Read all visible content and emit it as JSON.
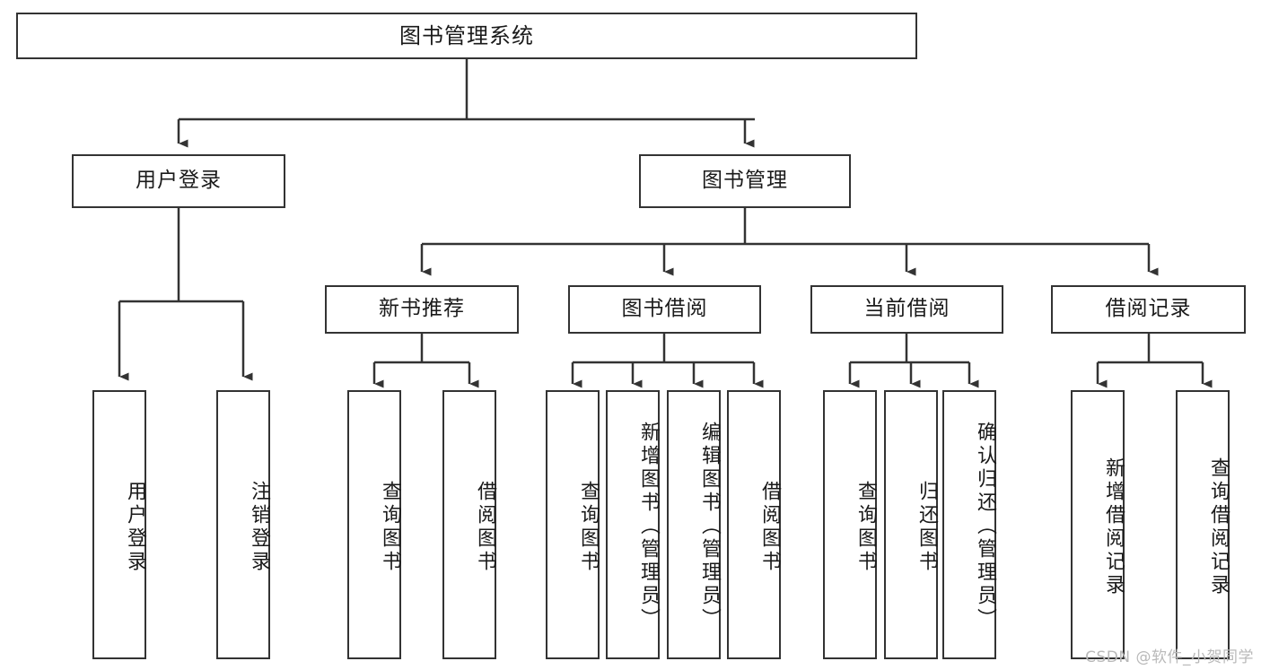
{
  "diagram": {
    "title": "图书管理系统",
    "watermark": "CSDN @软件_小贺同学",
    "root": {
      "label": "图书管理系统"
    },
    "level2": [
      {
        "label": "用户登录"
      },
      {
        "label": "图书管理"
      }
    ],
    "level3": [
      {
        "label": "新书推荐"
      },
      {
        "label": "图书借阅"
      },
      {
        "label": "当前借阅"
      },
      {
        "label": "借阅记录"
      }
    ],
    "leaves": {
      "user_login": [
        {
          "label": "用户登录"
        },
        {
          "label": "注销登录"
        }
      ],
      "new_book_recommend": [
        {
          "label": "查询图书"
        },
        {
          "label": "借阅图书"
        }
      ],
      "book_borrow": [
        {
          "label": "查询图书"
        },
        {
          "label": "新增图书（管理员）"
        },
        {
          "label": "编辑图书（管理员）"
        },
        {
          "label": "借阅图书"
        }
      ],
      "current_borrow": [
        {
          "label": "查询图书"
        },
        {
          "label": "归还图书"
        },
        {
          "label": "确认归还（管理员）"
        }
      ],
      "borrow_record": [
        {
          "label": "新增借阅记录"
        },
        {
          "label": "查询借阅记录"
        }
      ]
    },
    "colors": {
      "stroke": "#333333",
      "background": "#ffffff",
      "text": "#1a1a1a",
      "watermark": "#b9b9b9"
    }
  }
}
